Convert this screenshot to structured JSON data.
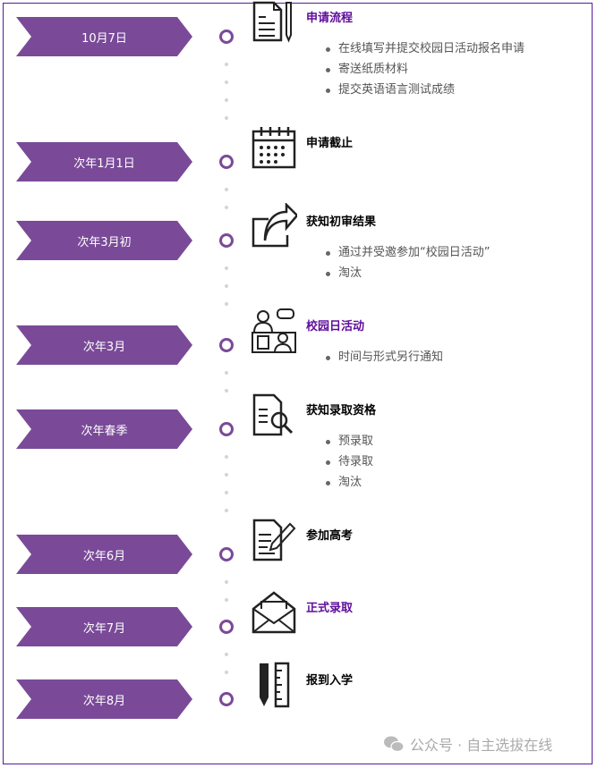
{
  "accent": "#7a4a98",
  "steps": [
    {
      "date": "10月7日",
      "title": "申请流程",
      "title_color": "purple",
      "icon": "document-pen-icon",
      "bullets": [
        "在线填写并提交校园日活动报名申请",
        "寄送纸质材料",
        "提交英语语言测试成绩"
      ]
    },
    {
      "date": "次年1月1日",
      "title": "申请截止",
      "title_color": "black",
      "icon": "calendar-icon",
      "bullets": []
    },
    {
      "date": "次年3月初",
      "title": "获知初审结果",
      "title_color": "black",
      "icon": "share-arrow-icon",
      "bullets": [
        "通过并受邀参加“校园日活动”",
        "淘汰"
      ]
    },
    {
      "date": "次年3月",
      "title": "校园日活动",
      "title_color": "purple",
      "icon": "interview-icon",
      "bullets": [
        "时间与形式另行通知"
      ]
    },
    {
      "date": "次年春季",
      "title": "获知录取资格",
      "title_color": "black",
      "icon": "document-search-icon",
      "bullets": [
        "预录取",
        "待录取",
        "淘汰"
      ]
    },
    {
      "date": "次年6月",
      "title": "参加高考",
      "title_color": "black",
      "icon": "exam-pen-icon",
      "bullets": []
    },
    {
      "date": "次年7月",
      "title": "正式录取",
      "title_color": "purple",
      "icon": "envelope-icon",
      "bullets": []
    },
    {
      "date": "次年8月",
      "title": "报到入学",
      "title_color": "black",
      "icon": "pencil-ruler-icon",
      "bullets": []
    }
  ],
  "watermark": "公众号 · 自主选拔在线"
}
